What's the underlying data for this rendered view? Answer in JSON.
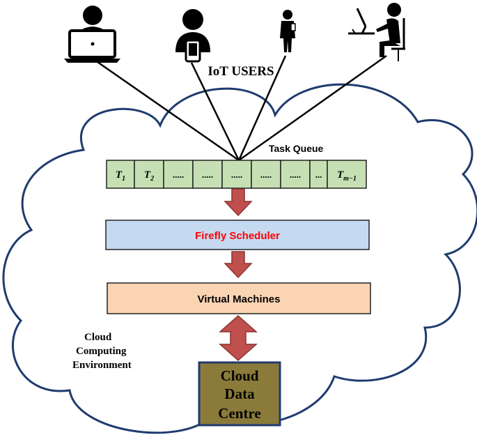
{
  "users": {
    "label": "IoT USERS",
    "icons": [
      "laptop-user-icon",
      "mobile-user-icon",
      "standing-user-icon",
      "desktop-user-icon"
    ]
  },
  "queue": {
    "label": "Task Queue",
    "cells": [
      {
        "base": "T",
        "sub": "1"
      },
      {
        "base": "T",
        "sub": "2"
      },
      {
        "base": ".....",
        "sub": ""
      },
      {
        "base": ".....",
        "sub": ""
      },
      {
        "base": ".....",
        "sub": ""
      },
      {
        "base": ".....",
        "sub": ""
      },
      {
        "base": ".....",
        "sub": ""
      },
      {
        "base": "...",
        "sub": ""
      },
      {
        "base": "T",
        "sub": "m−1"
      }
    ]
  },
  "scheduler": {
    "label": "Firefly Scheduler"
  },
  "vms": {
    "label": "Virtual Machines"
  },
  "environment": {
    "lines": [
      "Cloud",
      "Computing",
      "Environment"
    ]
  },
  "datacentre": {
    "lines": [
      "Cloud",
      "Data",
      "Centre"
    ]
  },
  "colors": {
    "cloud_stroke": "#1f3b6e",
    "queue_fill": "#c6e0b4",
    "scheduler_fill": "#c5d9f1",
    "scheduler_text": "#ff0000",
    "vm_fill": "#fbd4b4",
    "arrow_fill": "#c0504d",
    "arrow_stroke": "#8c3431",
    "dc_fill": "#8b7b3a"
  }
}
